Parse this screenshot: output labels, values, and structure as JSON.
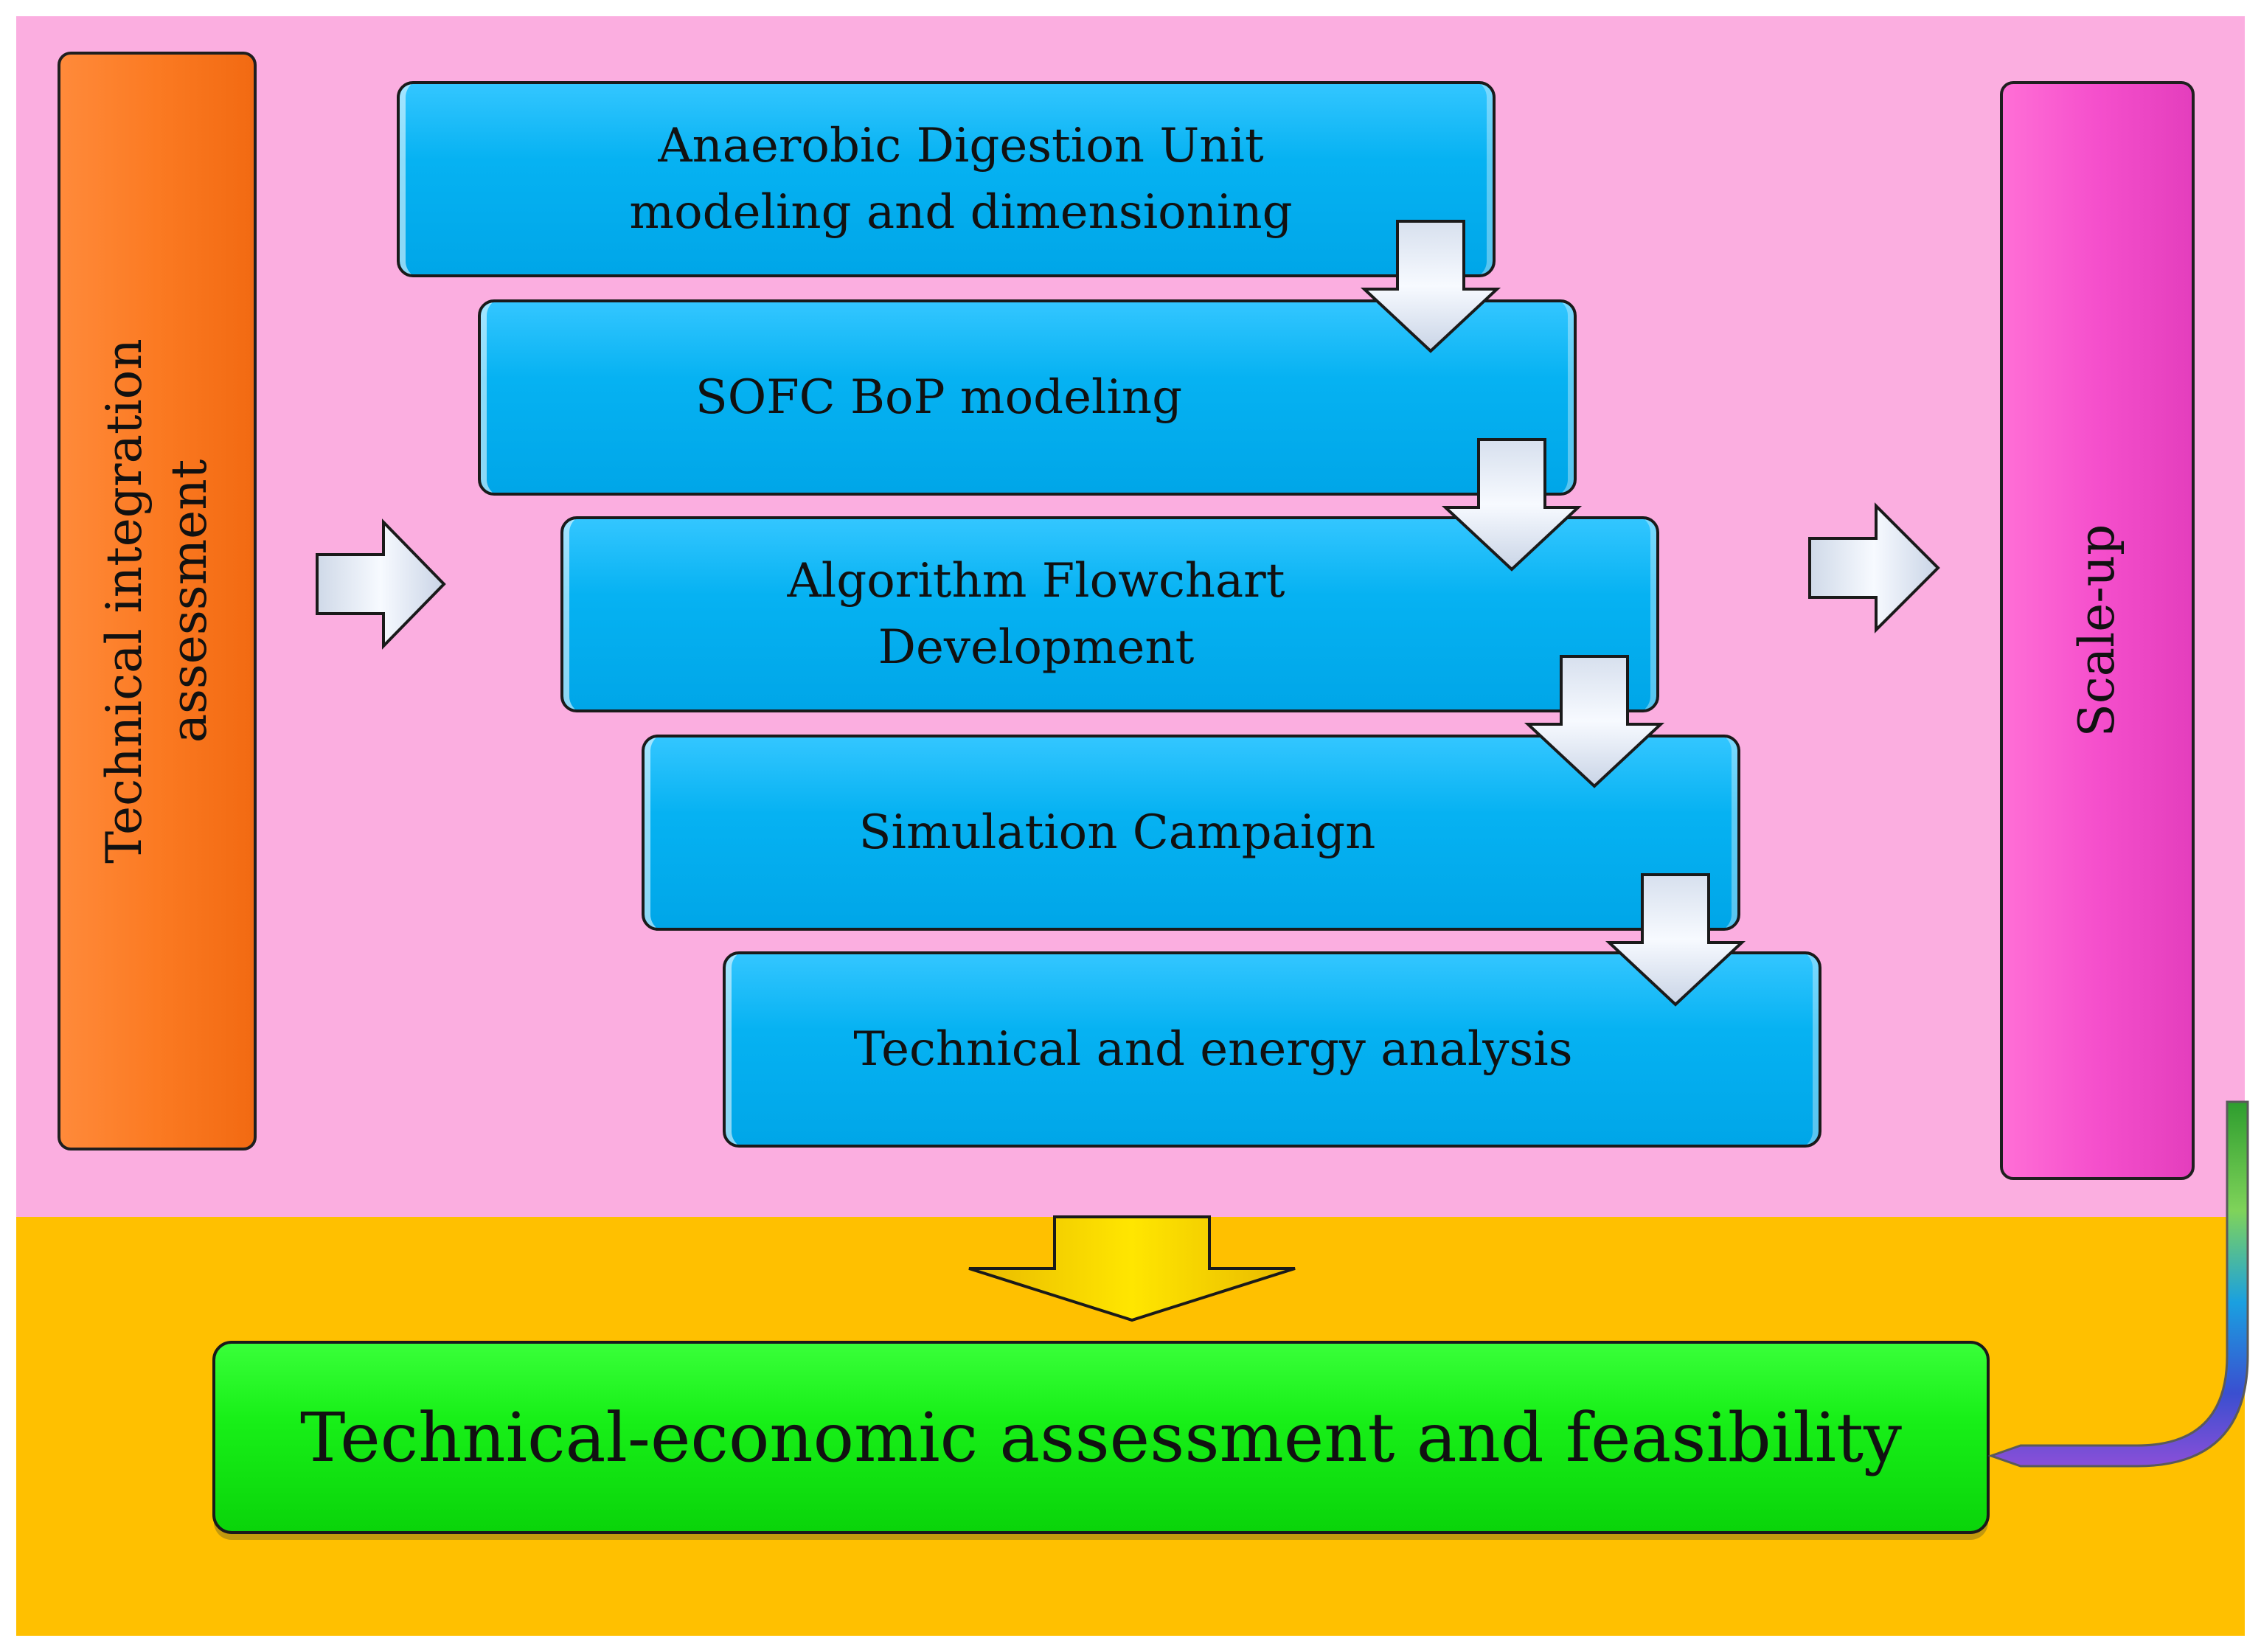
{
  "left_box": {
    "lines": [
      "Technical integration",
      "assessment"
    ],
    "color": "#fb7a22"
  },
  "steps": [
    {
      "lines": [
        "Anaerobic Digestion Unit",
        "modeling and dimensioning"
      ]
    },
    {
      "lines": [
        "SOFC BoP modeling"
      ]
    },
    {
      "lines": [
        "Algorithm Flowchart",
        "Development"
      ]
    },
    {
      "lines": [
        "Simulation Campaign"
      ]
    },
    {
      "lines": [
        "Technical and energy analysis"
      ]
    }
  ],
  "right_box": {
    "label": "Scale-up",
    "color": "#f54fcc"
  },
  "final_box": {
    "label": "Technical-economic  assessment  and feasibility",
    "color": "#18f018"
  },
  "colors": {
    "top_band": "#fbaee0",
    "bottom_band": "#ffc000",
    "step_fill": "#06b2f2",
    "arrow_fill": "#dfe7f3"
  },
  "icons": [
    "right-arrow-icon",
    "down-arrow-icon",
    "curved-arrow-icon"
  ]
}
